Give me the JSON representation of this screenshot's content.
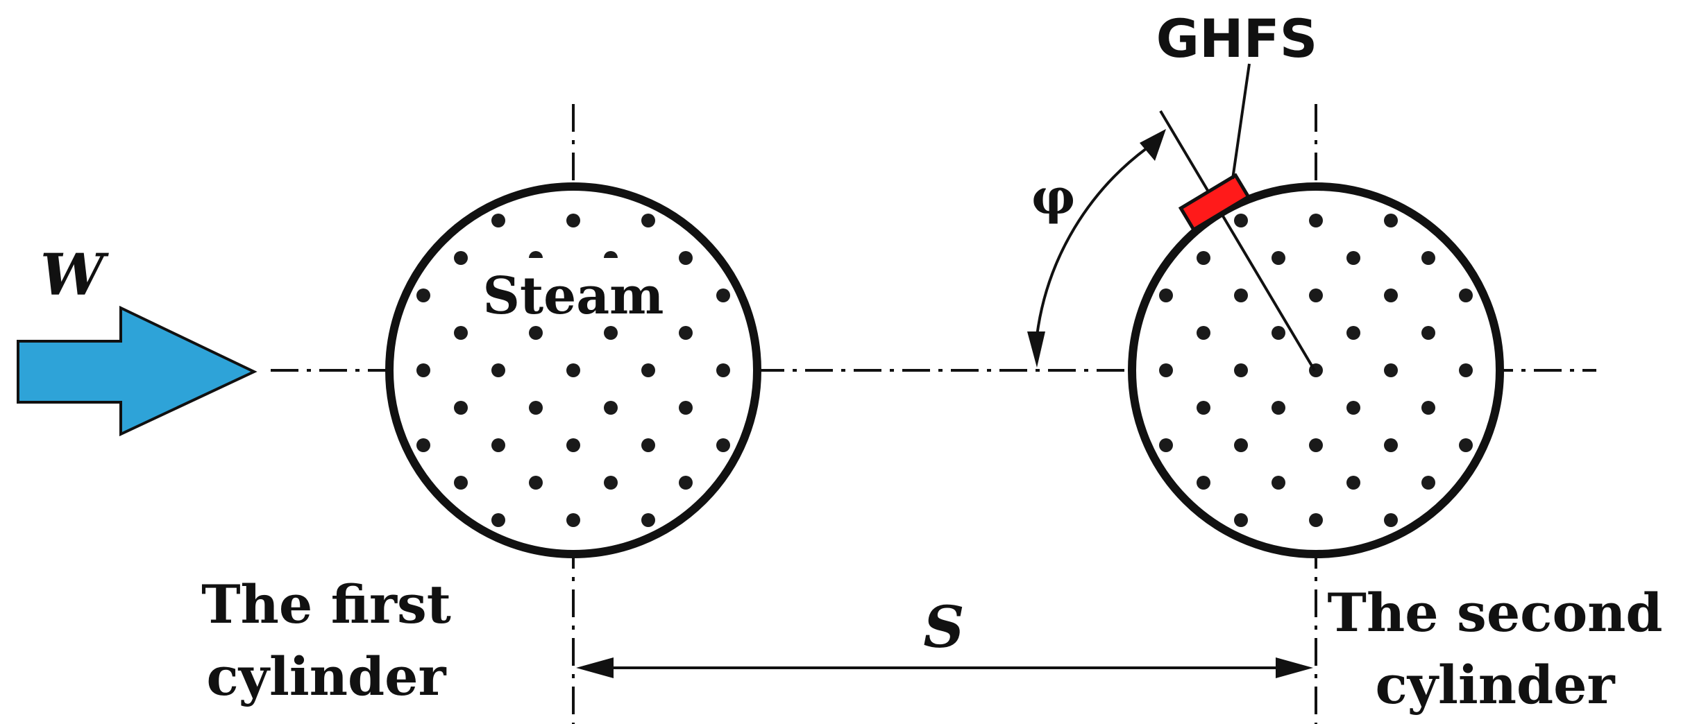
{
  "labels": {
    "flow_velocity": "W",
    "steam": "Steam",
    "ghfs": "GHFS",
    "angle": "φ",
    "spacing": "S",
    "first_cylinder_line1": "The first",
    "first_cylinder_line2": "cylinder",
    "second_cylinder_line1": "The second",
    "second_cylinder_line2": "cylinder"
  },
  "colors": {
    "flow_arrow": "#2ea3d8",
    "sensor": "#ff1a1a",
    "line": "#111111"
  },
  "icons": {
    "flow_arrow": "flow-arrow-icon",
    "sensor": "ghfs-sensor-icon"
  }
}
